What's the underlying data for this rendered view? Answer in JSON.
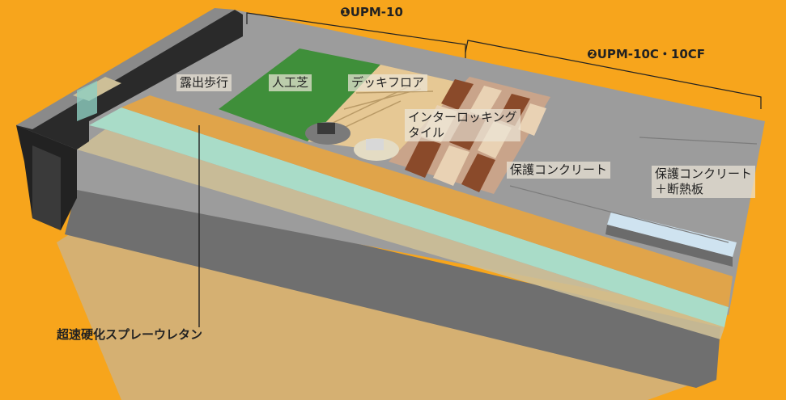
{
  "labels": {
    "upm10": "❶UPM-10",
    "upm10c": "❷UPM-10C・10CF",
    "roshutsu": "露出歩行",
    "jinko": "人工芝",
    "deck": "デッキフロア",
    "interlocking": "インターロッキング\nタイル",
    "hogo1": "保護コンクリート",
    "hogo2": "保護コンクリート\n＋断熱板",
    "choosoku": "超速硬化スプレーウレタン"
  },
  "colors": {
    "background": "#f7a51c",
    "slab_top": "#9a9a9a",
    "slab_front": "#6c6c6c",
    "wall_dark": "#2a2a2a",
    "orange_band": "#e8a73c",
    "cyan_band": "#a9dcc8",
    "beige_band": "#d5c6a0",
    "turf": "#3f8f3a",
    "deck": "#e6c894",
    "brick_dark": "#8a4a2a",
    "brick_light": "#e9d2b4"
  }
}
